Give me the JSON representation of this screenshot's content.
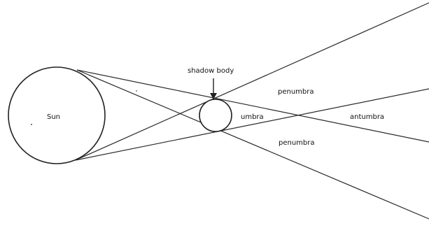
{
  "labels": {
    "sun": "Sun",
    "shadow_body": "shadow body",
    "umbra": "umbra",
    "penumbra_upper": "penumbra",
    "penumbra_lower": "penumbra",
    "antumbra": "antumbra"
  },
  "colors": {
    "line": "#2a2a2a",
    "text": "#111111",
    "background": "#ffffff"
  }
}
